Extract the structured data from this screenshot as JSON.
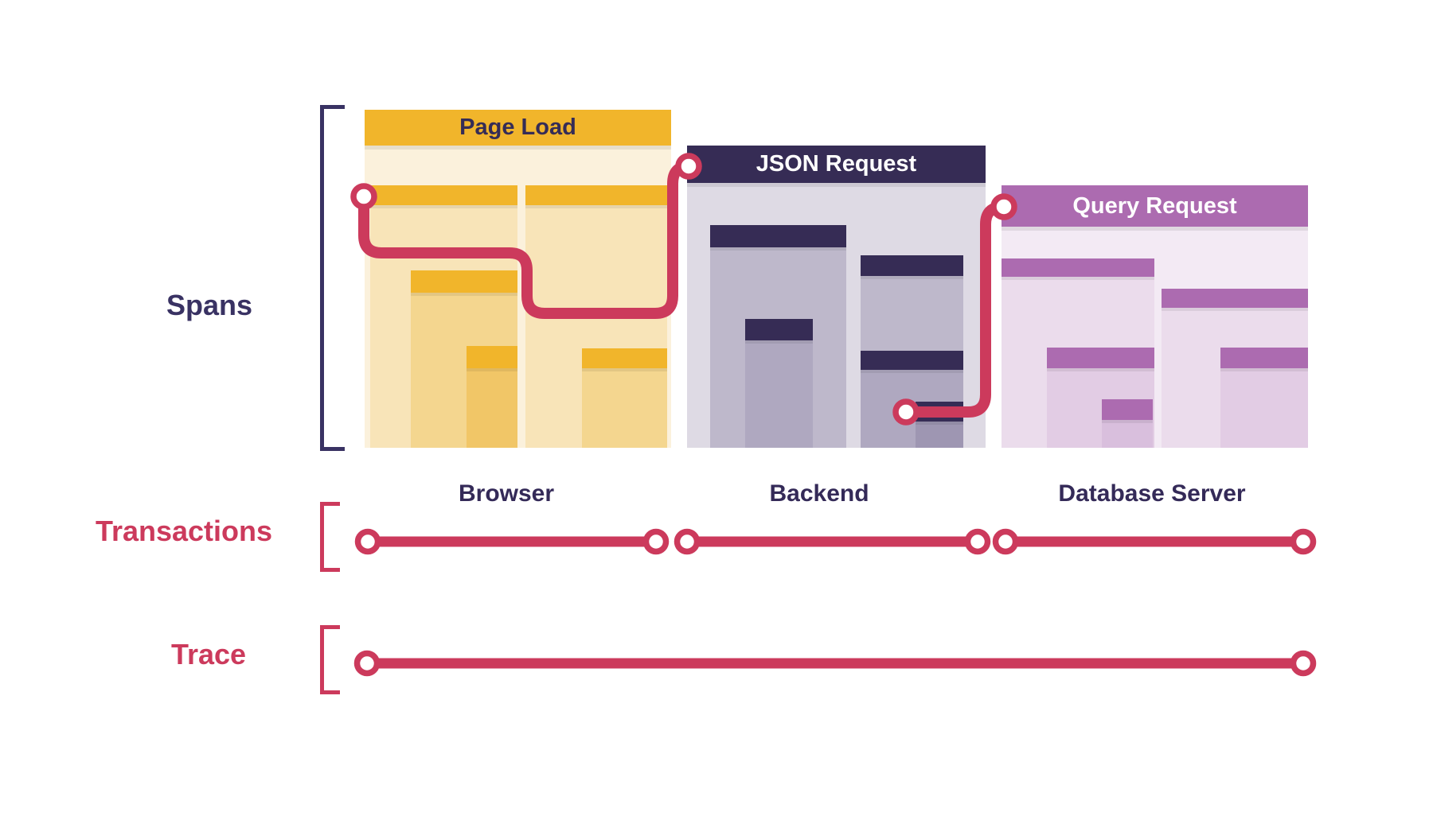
{
  "rows": {
    "spans": {
      "label": "Spans"
    },
    "transactions": {
      "label": "Transactions"
    },
    "trace": {
      "label": "Trace"
    }
  },
  "panels": [
    {
      "title": "Page Load",
      "service": "Browser"
    },
    {
      "title": "JSON Request",
      "service": "Backend"
    },
    {
      "title": "Query Request",
      "service": "Database Server"
    }
  ],
  "colors": {
    "accent_red": "#cc3a5c",
    "navy": "#362c55",
    "yellow": "#f1b52b",
    "purple": "#ac6bb0",
    "label_navy": "#393263",
    "text_dark": "#352c56",
    "background": "#ffffff"
  }
}
